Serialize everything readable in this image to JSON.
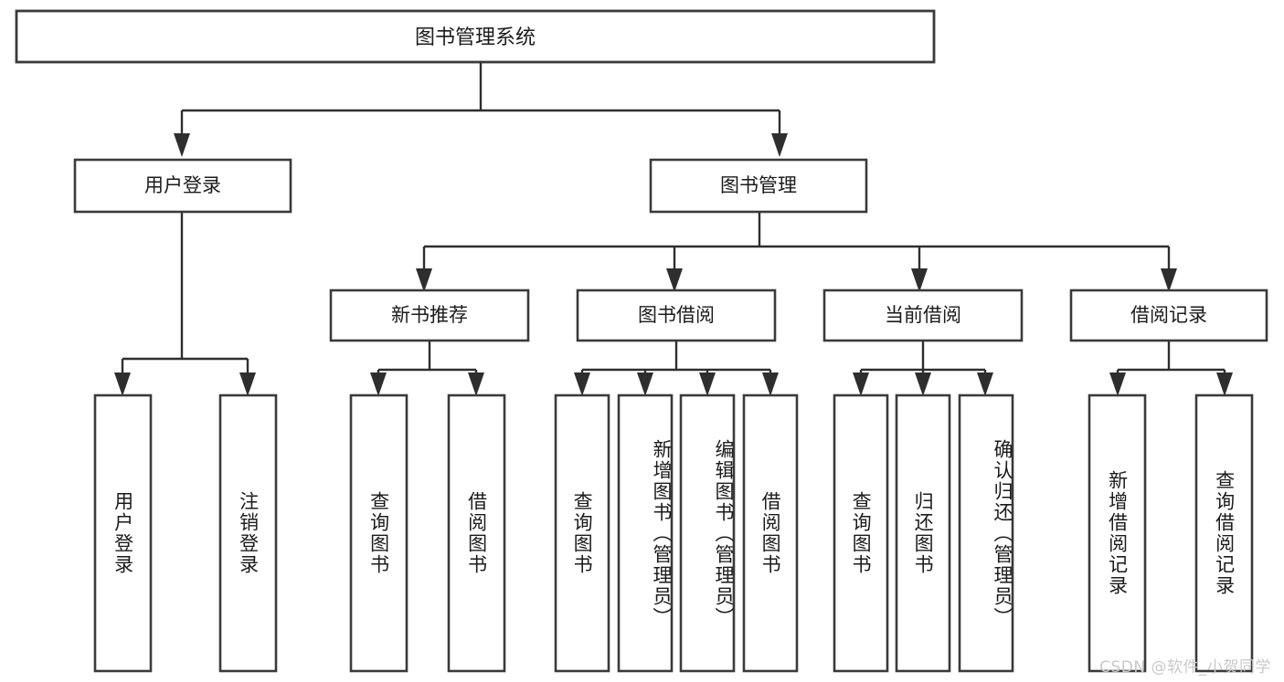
{
  "diagram": {
    "title": "图书管理系统",
    "type": "tree",
    "orientation": "top-down",
    "watermark": "CSDN @软件_小贺同学",
    "colors": {
      "background": "#ffffff",
      "box_fill": "#ffffff",
      "box_stroke": "#3a3a3a",
      "connector": "#2e2e2e",
      "text": "#1b1b1b",
      "watermark": "#c9c9c9"
    },
    "root": {
      "label": "图书管理系统",
      "level": 1
    },
    "level2": [
      {
        "id": "user-login",
        "label": "用户登录"
      },
      {
        "id": "book-manage",
        "label": "图书管理"
      }
    ],
    "level3": [
      {
        "id": "new-book-rec",
        "label": "新书推荐",
        "parent": "book-manage"
      },
      {
        "id": "book-borrow",
        "label": "图书借阅",
        "parent": "book-manage"
      },
      {
        "id": "current-borrow",
        "label": "当前借阅",
        "parent": "book-manage"
      },
      {
        "id": "borrow-record",
        "label": "借阅记录",
        "parent": "book-manage"
      }
    ],
    "leaves": [
      {
        "id": "leaf-user-login",
        "label": "用户登录",
        "parent": "user-login"
      },
      {
        "id": "leaf-logout",
        "label": "注销登录",
        "parent": "user-login"
      },
      {
        "id": "leaf-query-book-1",
        "label": "查询图书",
        "parent": "new-book-rec"
      },
      {
        "id": "leaf-borrow-book-1",
        "label": "借阅图书",
        "parent": "new-book-rec"
      },
      {
        "id": "leaf-query-book-2",
        "label": "查询图书",
        "parent": "book-borrow"
      },
      {
        "id": "leaf-add-book",
        "label": "新增图书（管理员）",
        "parent": "book-borrow"
      },
      {
        "id": "leaf-edit-book",
        "label": "编辑图书（管理员）",
        "parent": "book-borrow"
      },
      {
        "id": "leaf-borrow-book-2",
        "label": "借阅图书",
        "parent": "book-borrow"
      },
      {
        "id": "leaf-query-book-3",
        "label": "查询图书",
        "parent": "current-borrow"
      },
      {
        "id": "leaf-return-book",
        "label": "归还图书",
        "parent": "current-borrow"
      },
      {
        "id": "leaf-confirm-return",
        "label": "确认归还（管理员）",
        "parent": "current-borrow"
      },
      {
        "id": "leaf-add-record",
        "label": "新增借阅记录",
        "parent": "borrow-record"
      },
      {
        "id": "leaf-query-record",
        "label": "查询借阅记录",
        "parent": "borrow-record"
      }
    ]
  }
}
